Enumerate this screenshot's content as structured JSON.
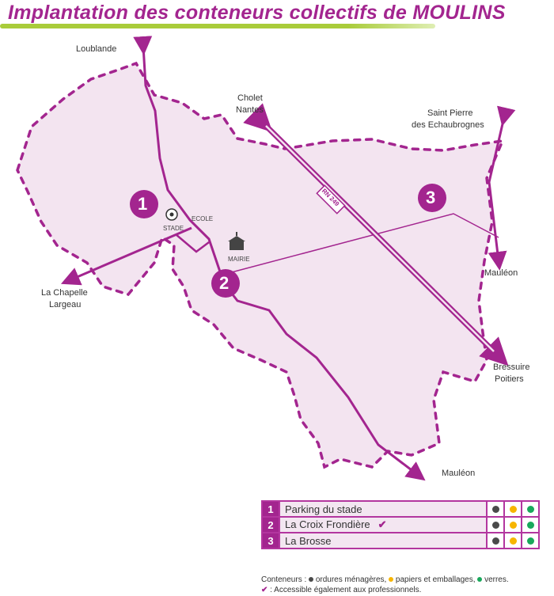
{
  "title": "Implantation des conteneurs collectifs de MOULINS",
  "places": {
    "loublande": "Loublande",
    "cholet": "Cholet",
    "nantes": "Nantes",
    "saint_pierre_1": "Saint Pierre",
    "saint_pierre_2": "des Echaubrognes",
    "mauleon_east": "Mauléon",
    "bressuire": "Bressuire",
    "poitiers": "Poitiers",
    "mauleon_south": "Mauléon",
    "chapelle_1": "La Chapelle",
    "chapelle_2": "Largeau",
    "stade": "STADE",
    "ecole": "ECOLE",
    "mairie": "MAIRIE",
    "road": "RN 249"
  },
  "markers": [
    "1",
    "2",
    "3"
  ],
  "legend": {
    "rows": [
      {
        "num": "1",
        "name": "Parking du stade",
        "pro": false
      },
      {
        "num": "2",
        "name": "La Croix Frondière",
        "pro": true
      },
      {
        "num": "3",
        "name": "La Brosse",
        "pro": false
      }
    ],
    "check": "✔",
    "colors": {
      "ordures": "#4a4a4a",
      "papiers": "#f7b500",
      "verres": "#19a85b"
    },
    "footnote": {
      "prefix": "Conteneurs :",
      "ordures": "ordures ménagères,",
      "papiers": "papiers et emballages,",
      "verres": "verres.",
      "pro": ": Accessible également aux professionnels."
    }
  }
}
